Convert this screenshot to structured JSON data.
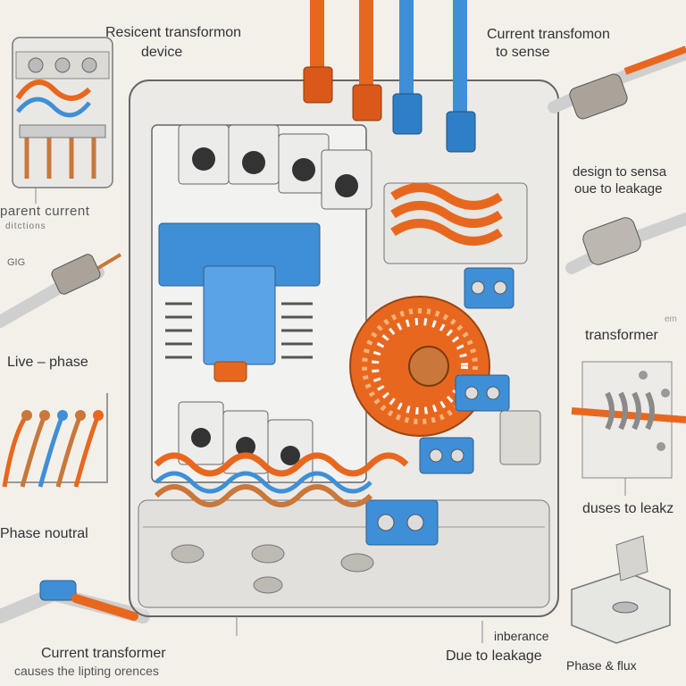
{
  "labels": {
    "top_left_line1": "Resicent transformon",
    "top_left_line2": "device",
    "top_right_line1": "Current transfomon",
    "top_right_line2": "to sense",
    "mid_left_line1": "parent current",
    "mid_left_line2": "ditctions",
    "small_left": "GIG",
    "live_phase": "Live – phase",
    "phase_neutral": "Phase noutral",
    "bottom_left_line1": "Current transformer",
    "bottom_left_line2": "causes the lipting orences",
    "right_design_line1": "design to sensa",
    "right_design_line2": "oue to leakage",
    "right_small": "em",
    "right_transformer": "transformer",
    "right_duses": "duses to leakz",
    "bottom_mid_line1": "inberance",
    "bottom_mid_line2": "Due to leakage",
    "bottom_right": "Phase & flux"
  },
  "colors": {
    "background": "#f3f0ea",
    "orange_wire": "#e8671f",
    "blue_wire": "#3f8fd6",
    "housing": "#e6e6e3",
    "copper": "#c9773a"
  }
}
